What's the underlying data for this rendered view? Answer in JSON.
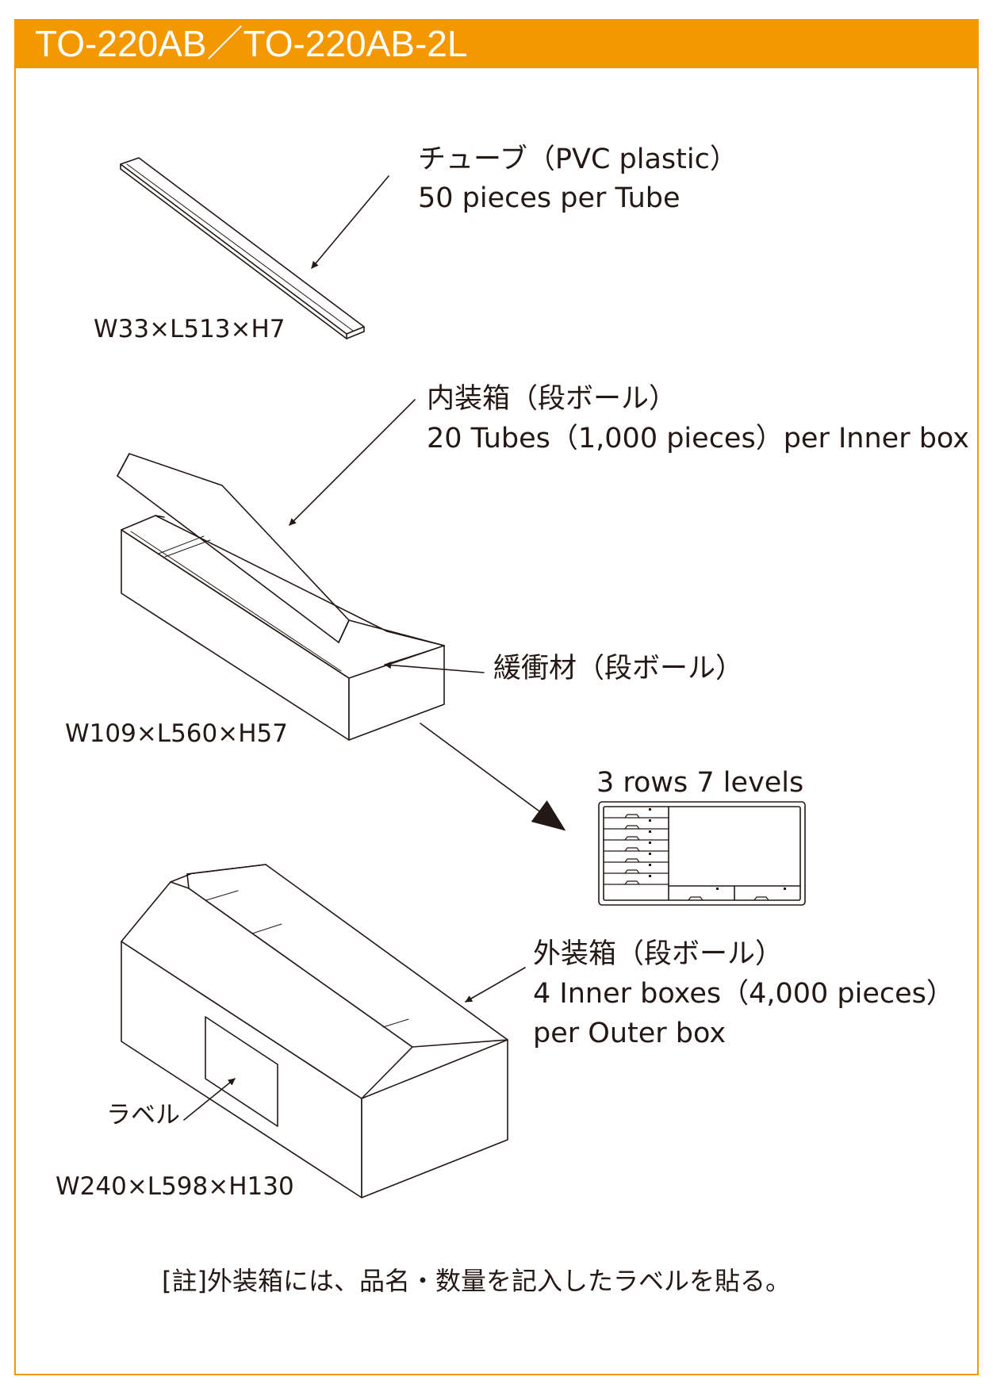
{
  "header": {
    "title": "TO-220AB／TO-220AB-2L",
    "background_color": "#F39800"
  },
  "tube": {
    "label_ja": "チューブ（PVC plastic）",
    "label_en": "50 pieces per Tube",
    "dimensions": "W33×L513×H7"
  },
  "inner_box": {
    "label_ja": "内装箱（段ボール）",
    "label_en": "20 Tubes（1,000 pieces）per Inner box",
    "cushion_label": "緩衝材（段ボール）",
    "dimensions": "W109×L560×H57"
  },
  "arrangement": {
    "label": "3 rows 7 levels"
  },
  "outer_box": {
    "label_ja": "外装箱（段ボール）",
    "label_en_1": "4 Inner boxes（4,000 pieces）",
    "label_en_2": "per Outer box",
    "sticker_label": "ラベル",
    "dimensions": "W240×L598×H130"
  },
  "note": "[註]外装箱には、品名・数量を記入したラベルを貼る。"
}
